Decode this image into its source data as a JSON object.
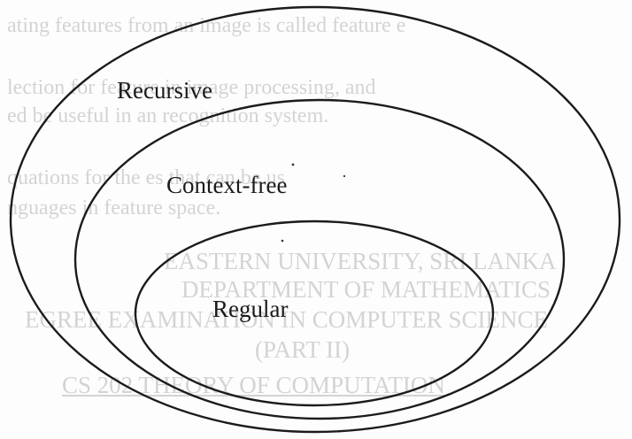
{
  "diagram": {
    "labels": {
      "outer": "Recursive",
      "middle": "Context-free",
      "inner": "Regular"
    }
  },
  "background": {
    "bleed_through": [
      "ating features from an      image is called feature e",
      "lection for feature       in       image processing, and",
      "ed be useful in an      recognition system.",
      "quations for the            es          that can be us",
      "nguages in feature space.",
      "EASTERN UNIVERSITY, SRI LANKA",
      "DEPARTMENT OF MATHEMATICS",
      "EGREE EXAMINATION IN COMPUTER SCIENCE",
      "(PART II)",
      "CS 202 THEORY OF COMPUTATION"
    ],
    "colors": {
      "paper": "#fdfdfd",
      "ink": "#1b1b1b",
      "bleed": "#888888"
    }
  }
}
